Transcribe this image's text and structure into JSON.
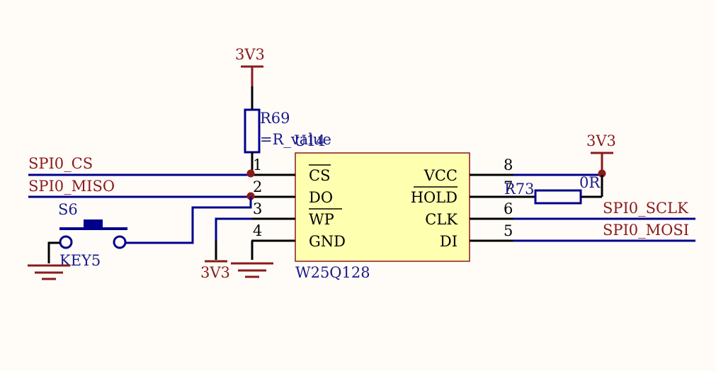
{
  "ic": {
    "designator": "U14",
    "part": "W25Q128"
  },
  "ic_pins": {
    "left": [
      {
        "num": "1",
        "name": "CS"
      },
      {
        "num": "2",
        "name": "DO"
      },
      {
        "num": "3",
        "name": "WP"
      },
      {
        "num": "4",
        "name": "GND"
      }
    ],
    "right": [
      {
        "num": "8",
        "name": "VCC"
      },
      {
        "num": "7",
        "name": "HOLD"
      },
      {
        "num": "6",
        "name": "CLK"
      },
      {
        "num": "5",
        "name": "DI"
      }
    ]
  },
  "resistor_r69": {
    "designator": "R69",
    "value": "=R_value"
  },
  "resistor_r73": {
    "designator": "R73",
    "value": "0R"
  },
  "switch": {
    "designator": "S6",
    "value": "KEY5"
  },
  "power": {
    "top": "3V3",
    "right": "3V3",
    "wp": "3V3"
  },
  "nets": {
    "cs": "SPI0_CS",
    "miso": "SPI0_MISO",
    "sclk": "SPI0_SCLK",
    "mosi": "SPI0_MOSI"
  },
  "colors": {
    "wire": "#00008b",
    "net_label": "#8a1a1a",
    "ic_fill": "#ffffb0",
    "ic_border": "#8a1a1a",
    "background": "#fffcf8"
  }
}
